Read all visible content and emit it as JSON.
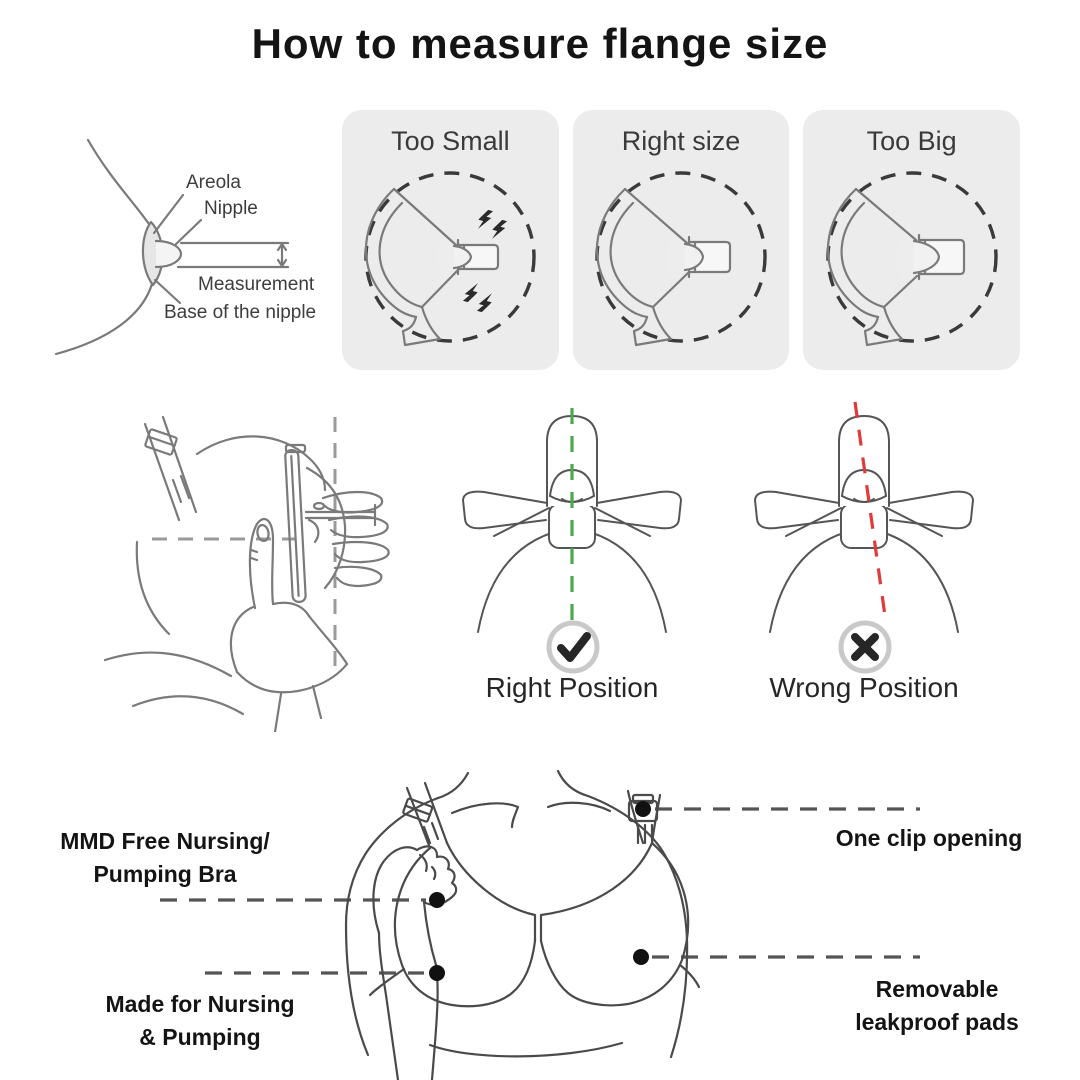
{
  "title": "How to measure flange size",
  "measure_diagram": {
    "areola": "Areola",
    "nipple": "Nipple",
    "measurement": "Measurement",
    "base": "Base of the nipple"
  },
  "fit_panels": [
    {
      "label": "Too Small"
    },
    {
      "label": "Right size"
    },
    {
      "label": "Too Big"
    }
  ],
  "positions": {
    "right": {
      "label": "Right Position",
      "icon": "check-icon"
    },
    "wrong": {
      "label": "Wrong Position",
      "icon": "x-icon"
    }
  },
  "bra_features": {
    "nursing_bra": {
      "line1": "MMD Free Nursing/",
      "line2": "Pumping Bra"
    },
    "clip": {
      "label": "One clip opening"
    },
    "made_for": {
      "line1": "Made for Nursing",
      "line2": "& Pumping"
    },
    "pads": {
      "line1": "Removable",
      "line2": "leakproof pads"
    }
  },
  "colors": {
    "panel_bg": "#ececec",
    "line_art": "#7a7a7a",
    "dark_line": "#3a3a3a",
    "good_green": "#4aa84f",
    "bad_red": "#e03a3a",
    "leader_dash": "#555555",
    "dot": "#111111"
  }
}
